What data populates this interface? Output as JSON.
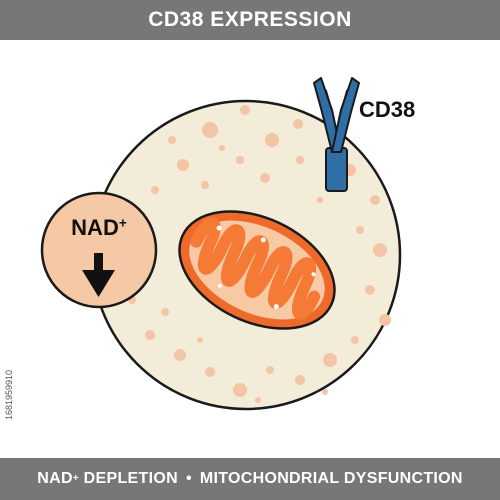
{
  "header": {
    "title": "CD38 EXPRESSION"
  },
  "labels": {
    "nad_base": "NAD",
    "nad_sup": "+",
    "cd38": "CD38"
  },
  "footer": {
    "part1_base": "NAD",
    "part1_sup": "+",
    "part1_rest": " DEPLETION",
    "separator": "•",
    "part2": "MITOCHONDRIAL DYSFUNCTION"
  },
  "watermark": {
    "stock_id": "1681959910"
  },
  "colors": {
    "banner": "#777777",
    "cell_fill": "#f2ecd8",
    "cell_dots": "#f3c4a6",
    "nad_circle": "#f6c9a6",
    "mitochondrion_outer": "#ee6a2a",
    "mitochondrion_inner": "#f47a36",
    "receptor": "#2f6fa5",
    "outline": "#1a1a1a"
  },
  "icons": {
    "arrow": "down-arrow-icon",
    "receptor": "y-shaped-receptor-icon"
  }
}
